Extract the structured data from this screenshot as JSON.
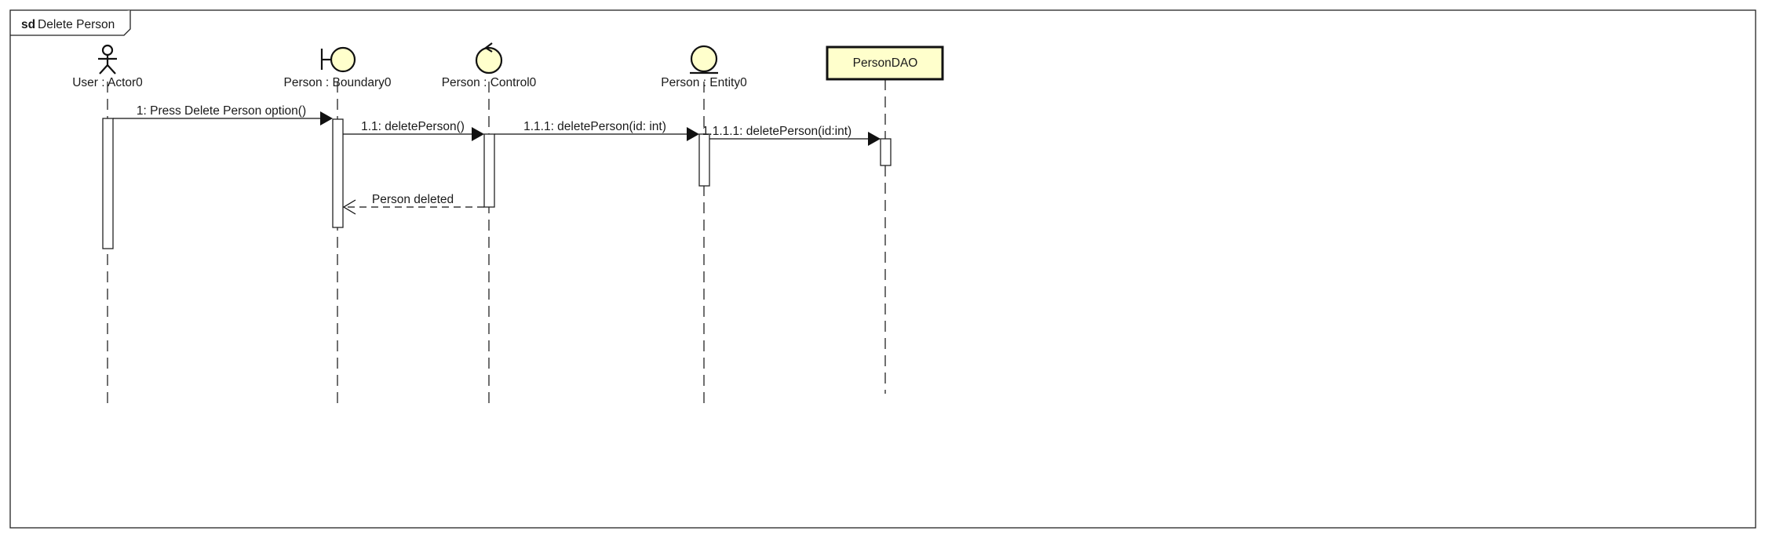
{
  "frame": {
    "keyword": "sd",
    "title": "Delete Person"
  },
  "lifelines": [
    {
      "id": "user",
      "label": "User : Actor0",
      "icon": "actor-icon"
    },
    {
      "id": "boundary",
      "label": "Person : Boundary0",
      "icon": "boundary-icon"
    },
    {
      "id": "control",
      "label": "Person : Control0",
      "icon": "control-icon"
    },
    {
      "id": "entity",
      "label": "Person : Entity0",
      "icon": "entity-icon"
    },
    {
      "id": "dao",
      "label": "PersonDAO",
      "icon": "class-box"
    }
  ],
  "messages": [
    {
      "label": "1: Press Delete Person option()",
      "from": "user",
      "to": "boundary",
      "kind": "sync"
    },
    {
      "label": "1.1: deletePerson()",
      "from": "boundary",
      "to": "control",
      "kind": "sync"
    },
    {
      "label": "1.1.1: deletePerson(id: int)",
      "from": "control",
      "to": "entity",
      "kind": "sync"
    },
    {
      "label": "1.1.1.1: deletePerson(id:int)",
      "from": "entity",
      "to": "dao",
      "kind": "sync"
    },
    {
      "label": "Person deleted",
      "from": "control",
      "to": "boundary",
      "kind": "return"
    }
  ],
  "colors": {
    "object_fill": "#ffffcc",
    "line": "#111111",
    "background": "#ffffff"
  }
}
